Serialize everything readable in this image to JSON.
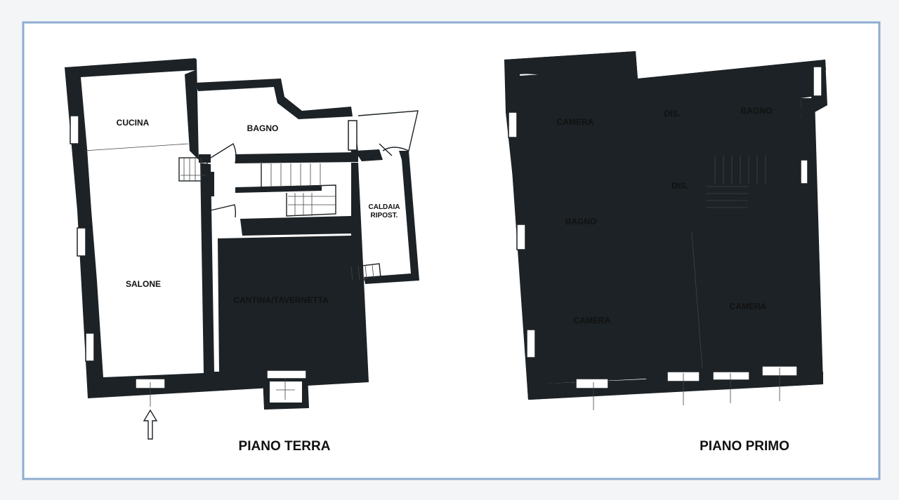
{
  "colors": {
    "border": "#8fadd2",
    "wall": "#1c2226",
    "background": "#ffffff"
  },
  "ground_floor": {
    "title": "PIANO TERRA",
    "rooms": {
      "cucina": "CUCINA",
      "bagno": "BAGNO",
      "salone": "SALONE",
      "cantina": "CANTINA/TAVERNETTA",
      "caldaia_line1": "CALDAIA",
      "caldaia_line2": "RIPOST."
    },
    "entrance_icon": "arrow-up-icon"
  },
  "first_floor": {
    "title": "PIANO PRIMO",
    "rooms": {
      "camera_top_left": "CAMERA",
      "dis_top": "DIS.",
      "bagno_top_right": "BAGNO",
      "dis_middle": "DIS.",
      "bagno_left": "BAGNO",
      "camera_bottom_left": "CAMERA",
      "camera_right": "CAMERA"
    }
  }
}
